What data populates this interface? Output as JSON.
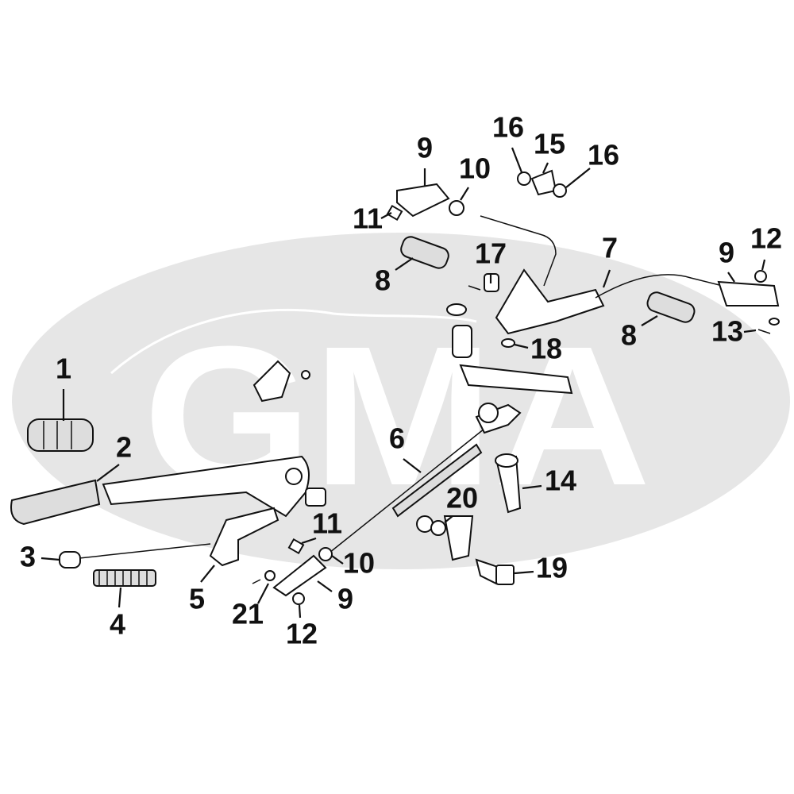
{
  "watermark": {
    "text": "GMA",
    "ellipse_color": "#e6e6e6",
    "letter_color": "#ffffff"
  },
  "callouts": [
    "1",
    "2",
    "3",
    "4",
    "5",
    "6",
    "7",
    "8",
    "8",
    "9",
    "9",
    "9",
    "10",
    "10",
    "11",
    "11",
    "12",
    "12",
    "13",
    "14",
    "15",
    "16",
    "16",
    "17",
    "18",
    "19",
    "20",
    "21"
  ]
}
